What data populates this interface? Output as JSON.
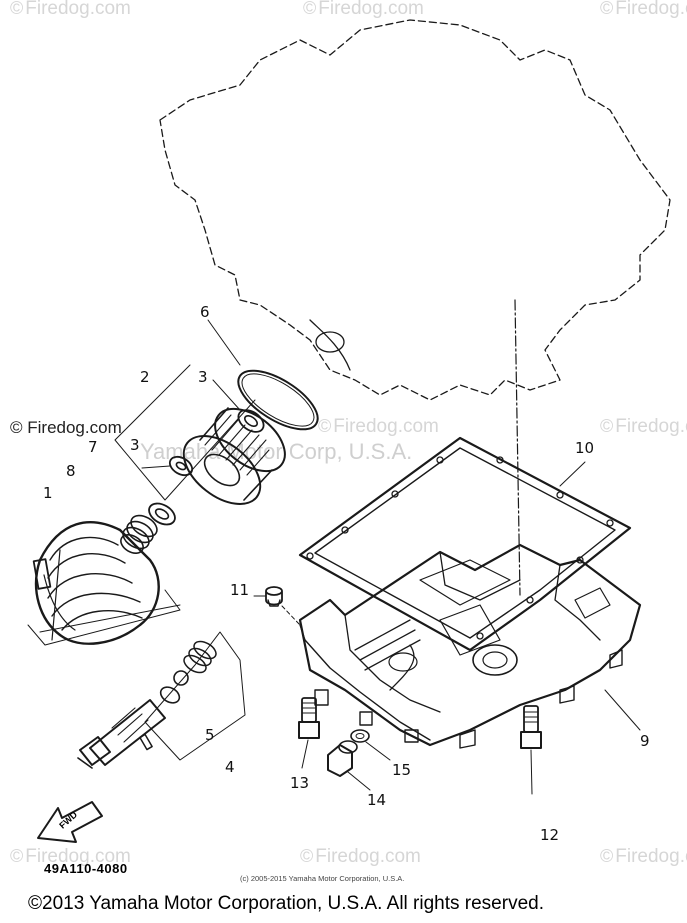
{
  "watermark": {
    "brand": "Firedog.com",
    "symbol": "©",
    "overlay": "© Firedog.com",
    "banner": "Yamaha Motor Corp, U.S.A."
  },
  "callouts": [
    "1",
    "2",
    "3",
    "3",
    "4",
    "5",
    "6",
    "7",
    "8",
    "9",
    "10",
    "11",
    "12",
    "13",
    "14",
    "15"
  ],
  "arrow_label": "FWD",
  "part_number": "49A110-4080",
  "small_copyright": "(c) 2005-2015 Yamaha Motor Corporation, U.S.A.",
  "copyright": "©2013 Yamaha Motor Corporation, U.S.A. All rights reserved."
}
